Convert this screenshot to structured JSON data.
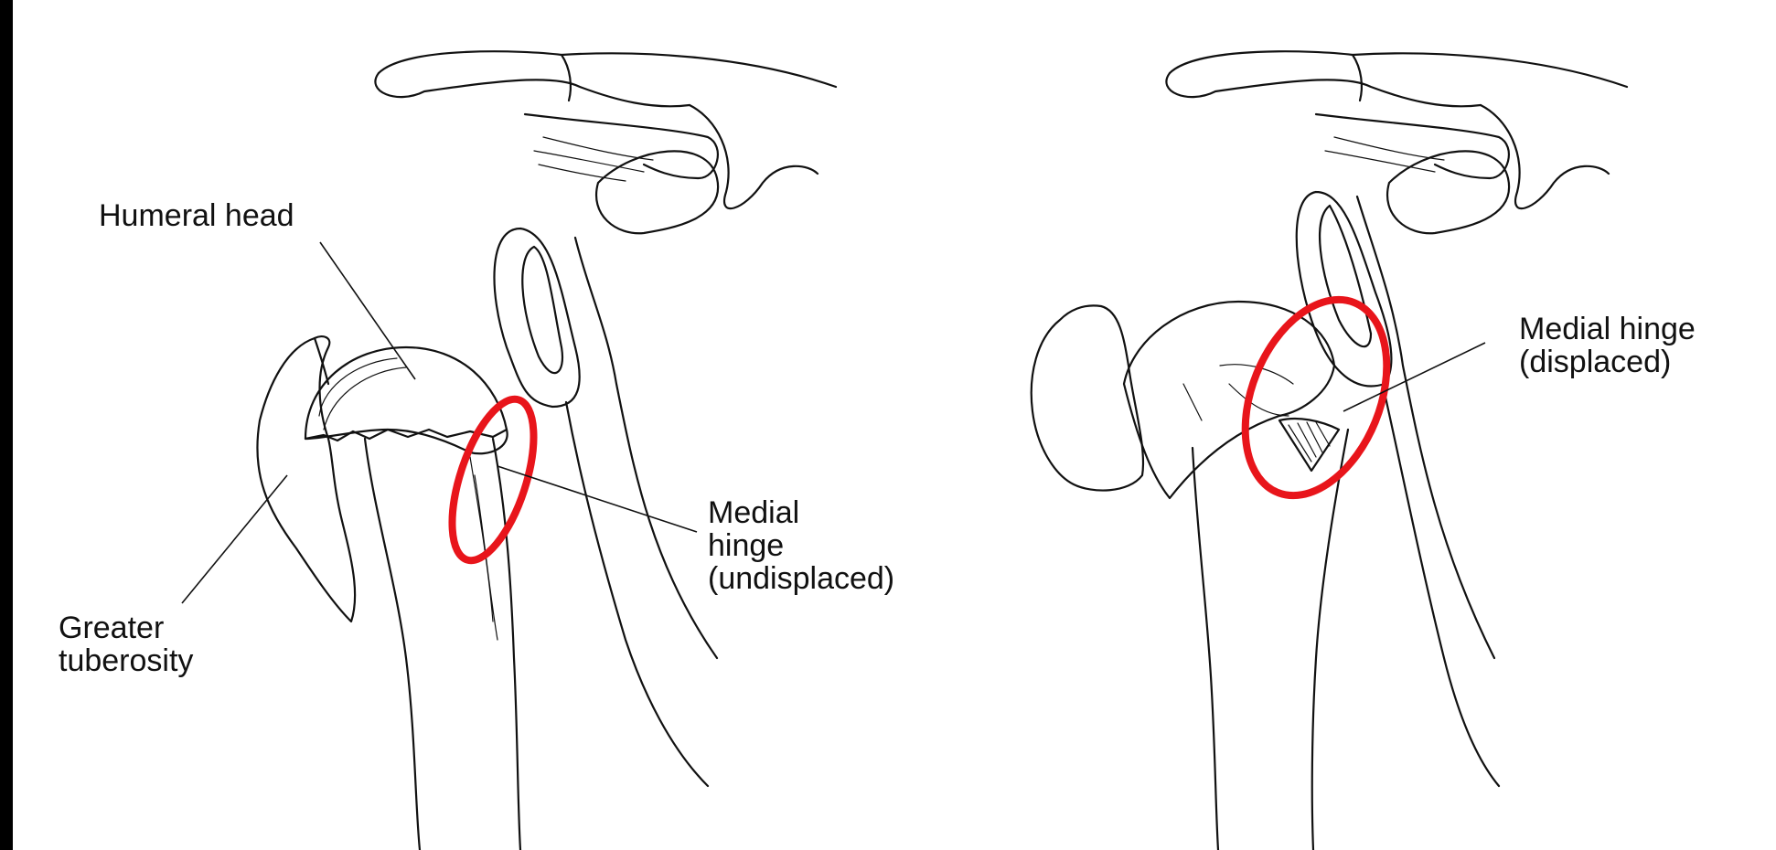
{
  "colors": {
    "background": "#000000",
    "panel": "#ffffff",
    "ink": "#111111",
    "highlight_circle": "#e8151b"
  },
  "labels": {
    "humeral_head": "Humeral head",
    "greater_tuberosity": "Greater\ntuberosity",
    "medial_hinge_undisplaced": "Medial\nhinge\n(undisplaced)",
    "medial_hinge_displaced": "Medial hinge\n(displaced)"
  }
}
